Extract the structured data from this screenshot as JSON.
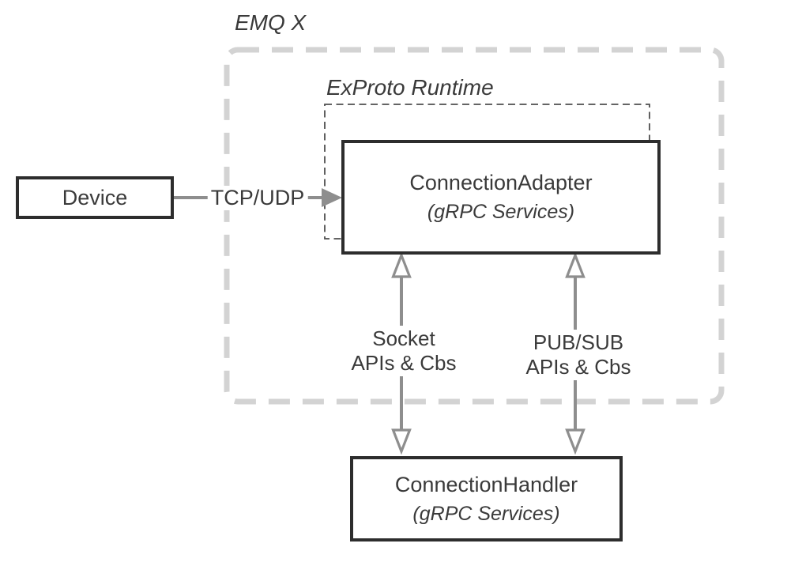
{
  "labels": {
    "emqx": "EMQ X",
    "exproto_runtime": "ExProto Runtime",
    "tcp_udp": "TCP/UDP",
    "socket": {
      "line1": "Socket",
      "line2": "APIs & Cbs"
    },
    "pubsub": {
      "line1": "PUB/SUB",
      "line2": "APIs & Cbs"
    }
  },
  "nodes": {
    "device": {
      "label": "Device"
    },
    "connection_adapter": {
      "title": "ConnectionAdapter",
      "subtitle": "(gRPC Services)"
    },
    "connection_handler": {
      "title": "ConnectionHandler",
      "subtitle": "(gRPC Services)"
    }
  },
  "colors": {
    "background": "#ffffff",
    "text": "#3a3a3a",
    "box_border": "#2d2d2d",
    "arrow": "#8e8e8e",
    "outer_dash": "#d3d3d3",
    "inner_dash": "#4f4f4f",
    "arrowhead_fill": "#ffffff"
  }
}
